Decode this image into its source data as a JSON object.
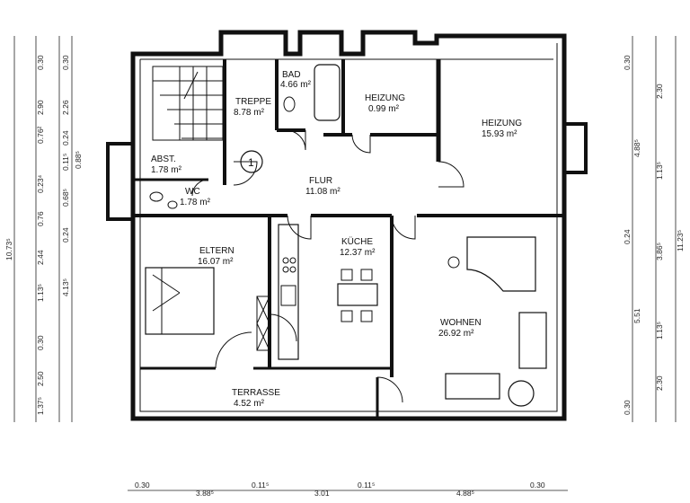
{
  "rooms": [
    {
      "id": "treppe",
      "name": "TREPPE",
      "area": "8.78 m²"
    },
    {
      "id": "bad",
      "name": "BAD",
      "area": "4.66 m²"
    },
    {
      "id": "heizung_small",
      "name": "HEIZUNG",
      "area": "0.99 m²"
    },
    {
      "id": "heizung_large",
      "name": "HEIZUNG",
      "area": "15.93 m²"
    },
    {
      "id": "abst",
      "name": "ABST.",
      "area": "1.78 m²"
    },
    {
      "id": "wc",
      "name": "WC",
      "area": "1.78 m²"
    },
    {
      "id": "flur",
      "name": "FLUR",
      "area": "11.08 m²"
    },
    {
      "id": "eltern",
      "name": "ELTERN",
      "area": "16.07 m²"
    },
    {
      "id": "kuche",
      "name": "KÜCHE",
      "area": "12.37 m²"
    },
    {
      "id": "wohnen",
      "name": "WOHNEN",
      "area": "26.92 m²"
    },
    {
      "id": "terrasse",
      "name": "TERRASSE",
      "area": "4.52 m²"
    }
  ],
  "marker": "1",
  "dims": {
    "left_outer": [
      "10.73⁵"
    ],
    "left_mid": [
      "0.30",
      "2.90",
      "0.76²",
      "0.23⁴",
      "0.76",
      "2.44",
      "1.13⁵",
      "0.30",
      "2.50",
      "1.37⁵"
    ],
    "left_inner": [
      "0.30",
      "2.26",
      "0.24",
      "0.11⁵",
      "0.68⁵",
      "0.24",
      "4.13⁵"
    ],
    "left_small": [
      "0.88⁵"
    ],
    "right_a": [
      "0.30",
      "4.88⁵",
      "0.24",
      "5.51",
      "0.30"
    ],
    "right_b": [
      "2.30",
      "1.13⁵",
      "3.86⁵",
      "1.13⁵",
      "2.30"
    ],
    "right_total": [
      "11.23⁵"
    ],
    "bottom": [
      "0.30",
      "3.88⁵",
      "0.11⁵",
      "3.01",
      "0.11⁵",
      "4.88⁵",
      "0.30"
    ]
  }
}
